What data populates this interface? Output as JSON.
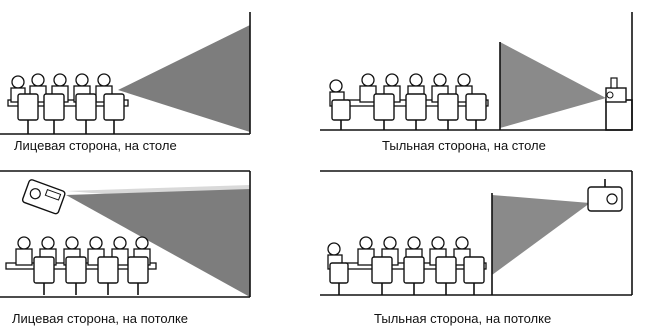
{
  "panels": [
    {
      "id": "front-table",
      "caption": "Лицевая сторона, на столе"
    },
    {
      "id": "rear-table",
      "caption": "Тыльная сторона, на столе"
    },
    {
      "id": "front-ceiling",
      "caption": "Лицевая сторона, на потолке"
    },
    {
      "id": "rear-ceiling",
      "caption": "Тыльная сторона, на потолке"
    }
  ],
  "colors": {
    "beam": "#7d7d7d",
    "beam_light": "#d9d9d9",
    "screen": "#8a8a8a",
    "line": "#111111"
  }
}
